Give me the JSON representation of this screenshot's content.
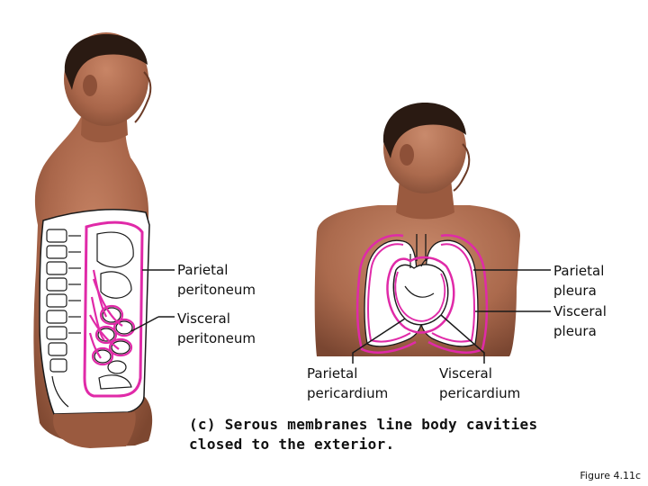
{
  "labels": {
    "parietal_peritoneum": [
      "Parietal",
      "peritoneum"
    ],
    "visceral_peritoneum": [
      "Visceral",
      "peritoneum"
    ],
    "parietal_pericardium": [
      "Parietal",
      "pericardium"
    ],
    "visceral_pericardium": [
      "Visceral",
      "pericardium"
    ],
    "parietal_pleura": [
      "Parietal",
      "pleura"
    ],
    "visceral_pleura": [
      "Visceral",
      "pleura"
    ]
  },
  "caption": [
    "(c) Serous membranes line body cavities",
    "closed to the exterior."
  ],
  "figure_ref": "Figure 4.11c",
  "colors": {
    "membrane": "#e02aa8",
    "skin": "#a9664a",
    "skin_dark": "#6b3a26",
    "hair": "#2a1a12",
    "outline": "#1a1a1a"
  }
}
